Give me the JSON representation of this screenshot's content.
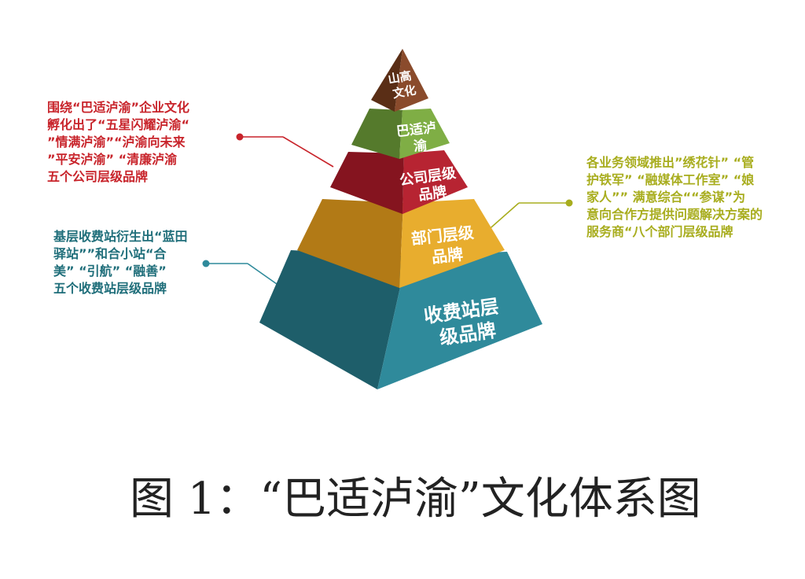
{
  "pyramid": {
    "tiers": [
      {
        "id": "peak",
        "lines": [
          "山高",
          "文化"
        ],
        "color": "#8a4b2c"
      },
      {
        "id": "baxianyu",
        "lines": [
          "巴适泸",
          "渝"
        ],
        "color": "#7fae45"
      },
      {
        "id": "company",
        "lines": [
          "公司层级",
          "品牌"
        ],
        "color": "#b72432"
      },
      {
        "id": "department",
        "lines": [
          "部门层级",
          "品牌"
        ],
        "color": "#e8ad2e"
      },
      {
        "id": "tollstation",
        "lines": [
          "收费站层",
          "级品牌"
        ],
        "color": "#2f8a9b"
      }
    ]
  },
  "notes": {
    "red": {
      "color": "#c8242b",
      "lines": [
        "围绕“巴适泸渝”企业文化",
        "孵化出了“五星闪耀泸渝“",
        "”情满泸渝”“泸渝向未来",
        "”平安泸渝” “清廉泸渝",
        "五个公司层级品牌"
      ]
    },
    "teal": {
      "color": "#1f6e7a",
      "lines": [
        "基层收费站衍生出“蓝田",
        "驿站””和合小站“合",
        "美” “引航” “融善”",
        "五个收费站层级品牌"
      ]
    },
    "olive": {
      "color": "#a8ad1e",
      "lines": [
        "各业务领域推出”绣花针” “管",
        "护铁军” “融媒体工作室” “娘",
        "家人”” 满意综合““参谋”为",
        "意向合作方提供问题解决方案的",
        "服务商“八个部门层级品牌"
      ]
    }
  },
  "caption": "图 1：“巴适泸渝”文化体系图"
}
